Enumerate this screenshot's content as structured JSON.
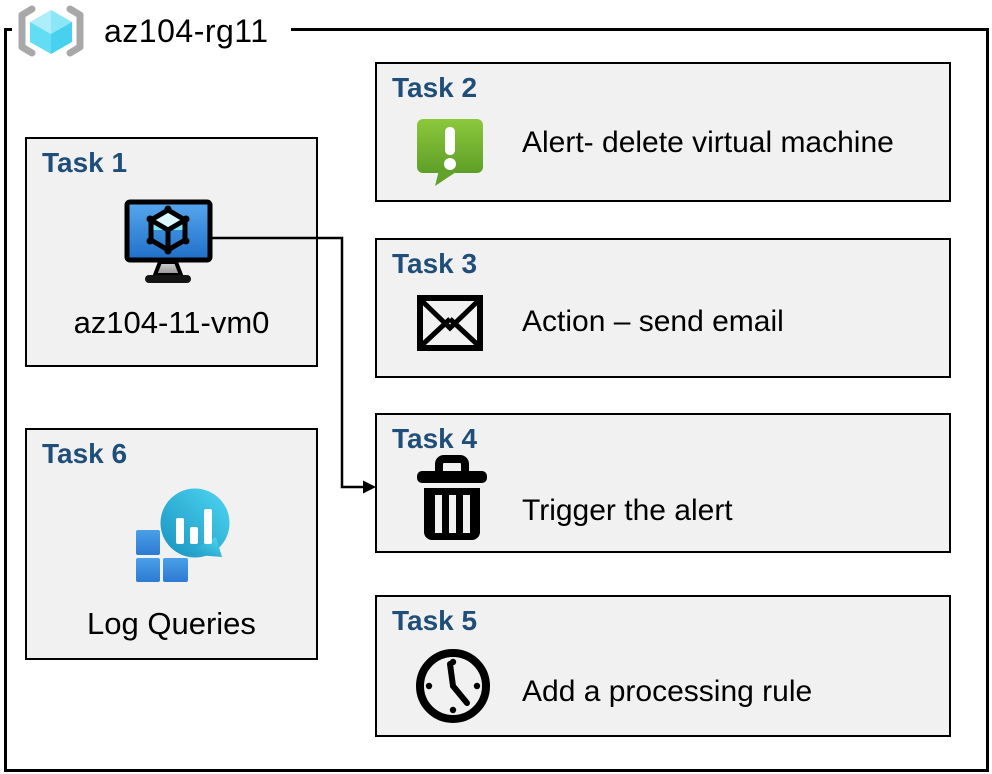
{
  "header": {
    "title": "az104-rg11",
    "icon": "resource-group-icon"
  },
  "tasks": {
    "task1": {
      "label": "Task 1",
      "caption": "az104-11-vm0",
      "icon": "virtual-machine-icon"
    },
    "task2": {
      "label": "Task 2",
      "text": "Alert- delete virtual machine",
      "icon": "alert-message-icon"
    },
    "task3": {
      "label": "Task 3",
      "text": "Action – send email",
      "icon": "email-envelope-icon"
    },
    "task4": {
      "label": "Task 4",
      "text": "Trigger the alert",
      "icon": "trash-icon"
    },
    "task5": {
      "label": "Task 5",
      "text": "Add a processing rule",
      "icon": "clock-icon"
    },
    "task6": {
      "label": "Task 6",
      "caption": "Log Queries",
      "icon": "log-queries-icon"
    }
  },
  "connector": {
    "from": "task1",
    "to": "task4"
  },
  "colors": {
    "task_label_blue": "#1f4e79",
    "box_fill": "#f1f1f1",
    "border_black": "#000000",
    "alert_green_light": "#8cc83c",
    "alert_green_dark": "#5e9f28",
    "vm_screen_blue_light": "#57a7ee",
    "vm_screen_blue_dark": "#1f6fc9",
    "log_bubble_teal_light": "#4fd7f2",
    "log_bubble_teal_dark": "#1792bf",
    "log_square_blue_light": "#4aa0e8",
    "log_square_blue_dark": "#2d7ad2",
    "rg_cube_cyan": "#7ae4f8",
    "rg_bracket_gray": "#a8a8a8"
  }
}
